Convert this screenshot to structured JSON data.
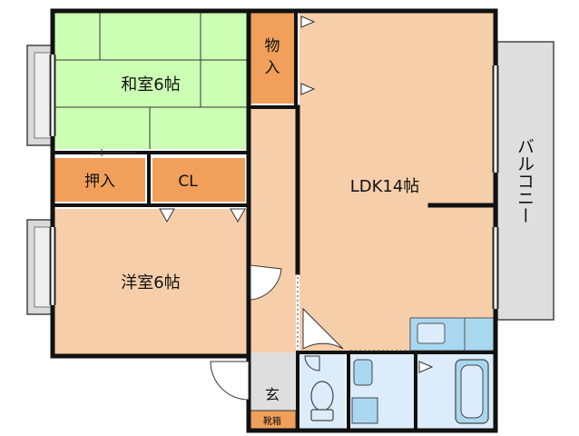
{
  "rooms": {
    "washitsu": "和室6帖",
    "monoire": "物入",
    "oshiire": "押入",
    "closet": "CL",
    "youshitsu": "洋室6帖",
    "ldk": "LDK14帖",
    "balcony": "バルコニー",
    "genkan": "玄",
    "shoebox": "靴箱"
  },
  "colors": {
    "wall": "#111111",
    "washitsu_fill": "#ccffb3",
    "wood_floor": "#f6ceaa",
    "storage": "#f0a05a",
    "wet_area": "#dcecfb",
    "fixture": "#a9d7f0",
    "balcony": "#dedede",
    "window": "#d9d9d9"
  }
}
